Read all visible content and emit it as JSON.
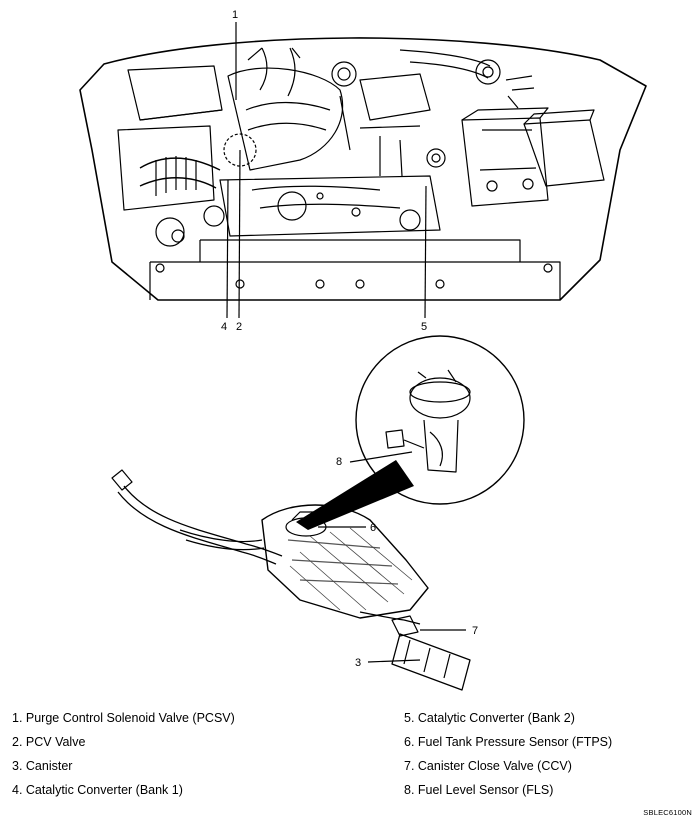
{
  "callouts": [
    "1",
    "2",
    "3",
    "4",
    "5",
    "6",
    "7",
    "8"
  ],
  "legend": {
    "left": [
      "1. Purge Control Solenoid Valve (PCSV)",
      "2. PCV Valve",
      "3. Canister",
      "4. Catalytic Converter (Bank 1)"
    ],
    "right": [
      "5. Catalytic Converter (Bank 2)",
      "6. Fuel Tank Pressure Sensor (FTPS)",
      "7. Canister Close Valve (CCV)",
      "8. Fuel Level Sensor (FLS)"
    ]
  },
  "figure_code": "SBLEC6100N"
}
